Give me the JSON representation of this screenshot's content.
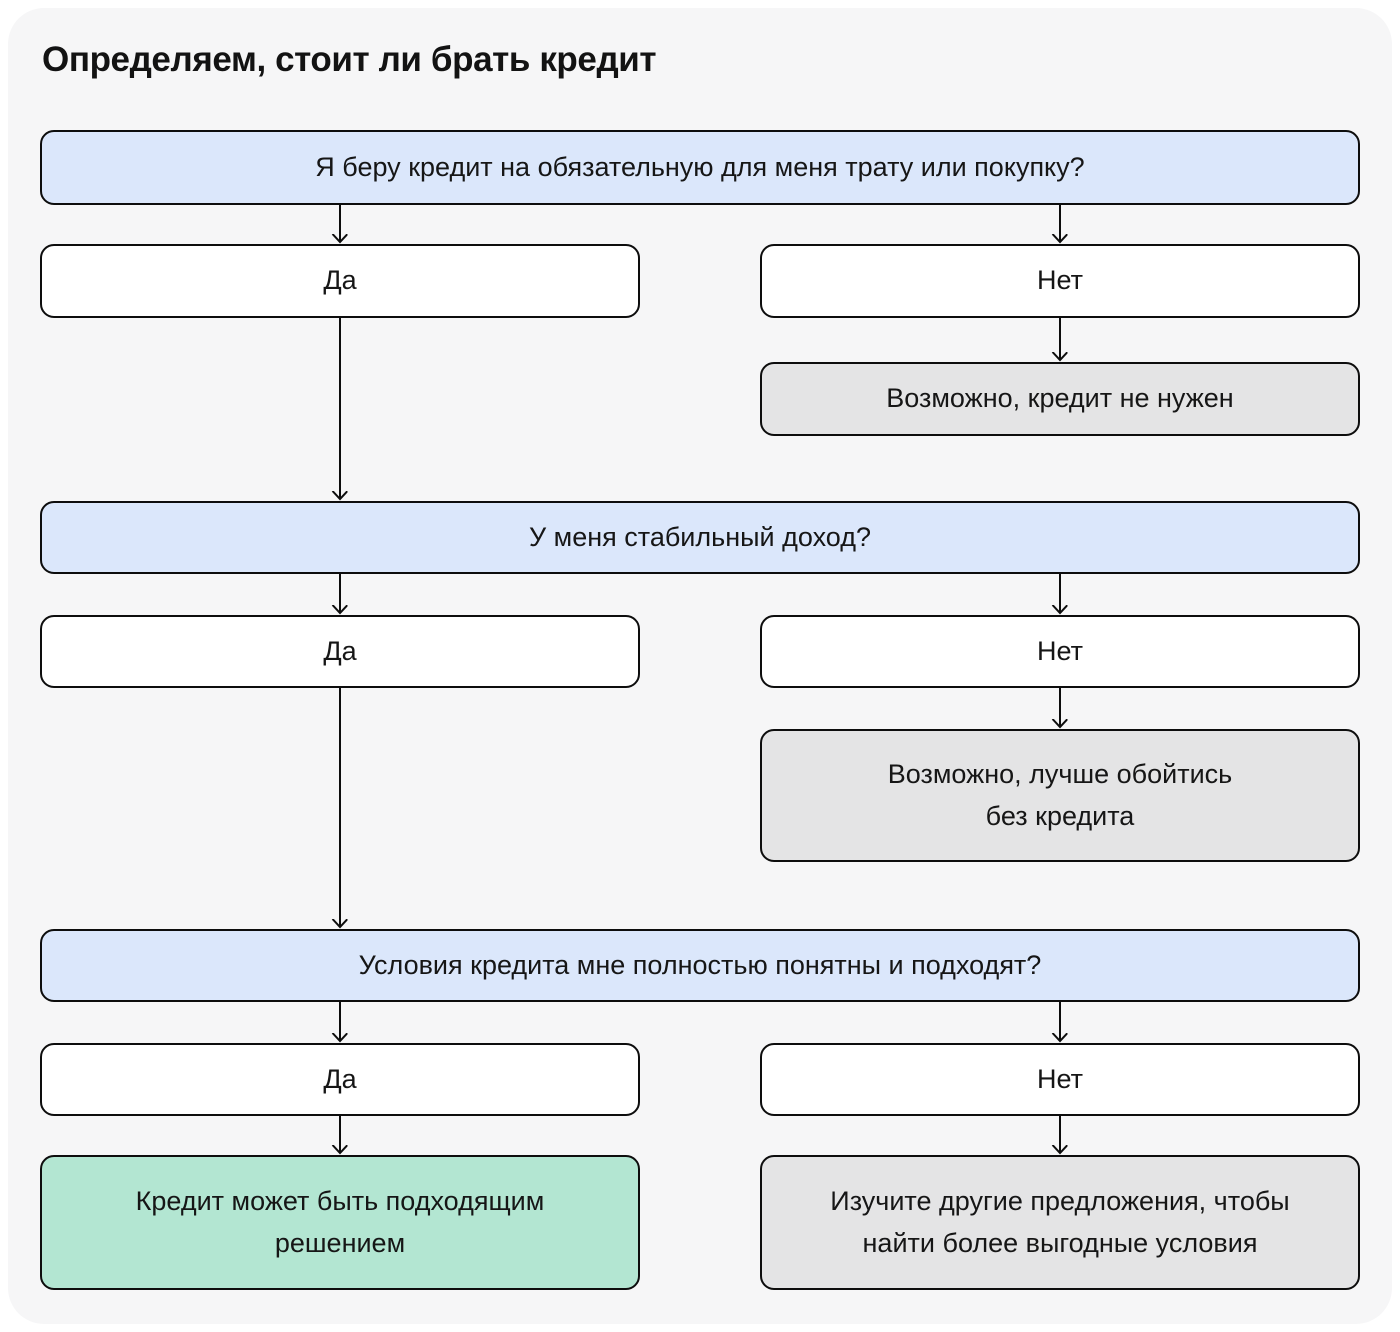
{
  "page": {
    "title": "Определяем, стоит ли брать кредит"
  },
  "colors": {
    "page_background": "#ffffff",
    "panel_background": "#f6f6f7",
    "question_fill": "#dbe7fb",
    "answer_fill": "#ffffff",
    "neutral_outcome_fill": "#e4e4e5",
    "positive_outcome_fill": "#b3e6d2",
    "stroke": "#0d0d0d",
    "text": "#161616"
  },
  "flowchart": {
    "answers": {
      "yes": "Да",
      "no": "Нет"
    },
    "questions": [
      {
        "lines": [
          "Я беру кредит на обязательную для меня трату или покупку?"
        ]
      },
      {
        "lines": [
          "У меня стабильный доход?"
        ]
      },
      {
        "lines": [
          "Условия кредита мне полностью понятны и подходят?"
        ]
      }
    ],
    "outcomes": [
      {
        "type": "neutral",
        "lines": [
          "Возможно, кредит не нужен"
        ]
      },
      {
        "type": "neutral",
        "lines": [
          "Возможно, лучше обойтись",
          "без кредита"
        ]
      },
      {
        "type": "positive",
        "lines": [
          "Кредит может быть подходящим",
          "решением"
        ]
      },
      {
        "type": "neutral",
        "lines": [
          "Изучите другие предложения, чтобы",
          "найти более выгодные условия"
        ]
      }
    ]
  }
}
